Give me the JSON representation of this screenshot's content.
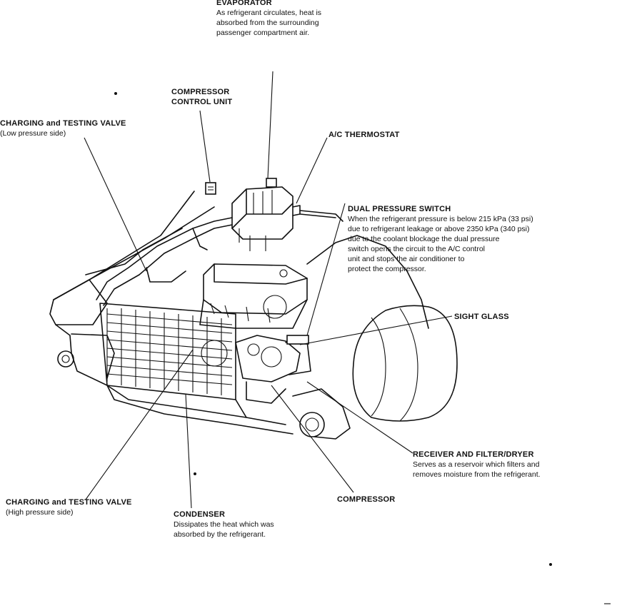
{
  "labels": {
    "evaporator": {
      "title": "EVAPORATOR",
      "lines": [
        "As refrigerant circulates, heat is",
        "absorbed from the surrounding",
        "passenger compartment air."
      ]
    },
    "compressor_control_unit": {
      "lines": [
        "COMPRESSOR",
        "CONTROL UNIT"
      ]
    },
    "charging_valve_low": {
      "title": "CHARGING and TESTING VALVE",
      "sub": "(Low pressure side)"
    },
    "ac_thermostat": {
      "title": "A/C THERMOSTAT"
    },
    "dual_pressure_switch": {
      "title": "DUAL PRESSURE SWITCH",
      "lines": [
        "When the refrigerant pressure is below 215 kPa (33 psi)",
        "due to refrigerant leakage or above 2350 kPa (340 psi)",
        "due to the coolant blockage the dual pressure",
        "switch opens the circuit to the A/C control",
        "unit and stops the air conditioner to",
        "protect the compressor."
      ]
    },
    "sight_glass": {
      "title": "SIGHT GLASS"
    },
    "receiver_filter_dryer": {
      "title": "RECEIVER AND FILTER/DRYER",
      "lines": [
        "Serves as a reservoir which filters and",
        "removes moisture from the refrigerant."
      ]
    },
    "compressor": {
      "title": "COMPRESSOR"
    },
    "charging_valve_high": {
      "title": "CHARGING and TESTING VALVE",
      "sub": "(High pressure side)"
    },
    "condenser": {
      "title": "CONDENSER",
      "lines": [
        "Dissipates the heat which was",
        "absorbed by the refrigerant."
      ]
    }
  }
}
